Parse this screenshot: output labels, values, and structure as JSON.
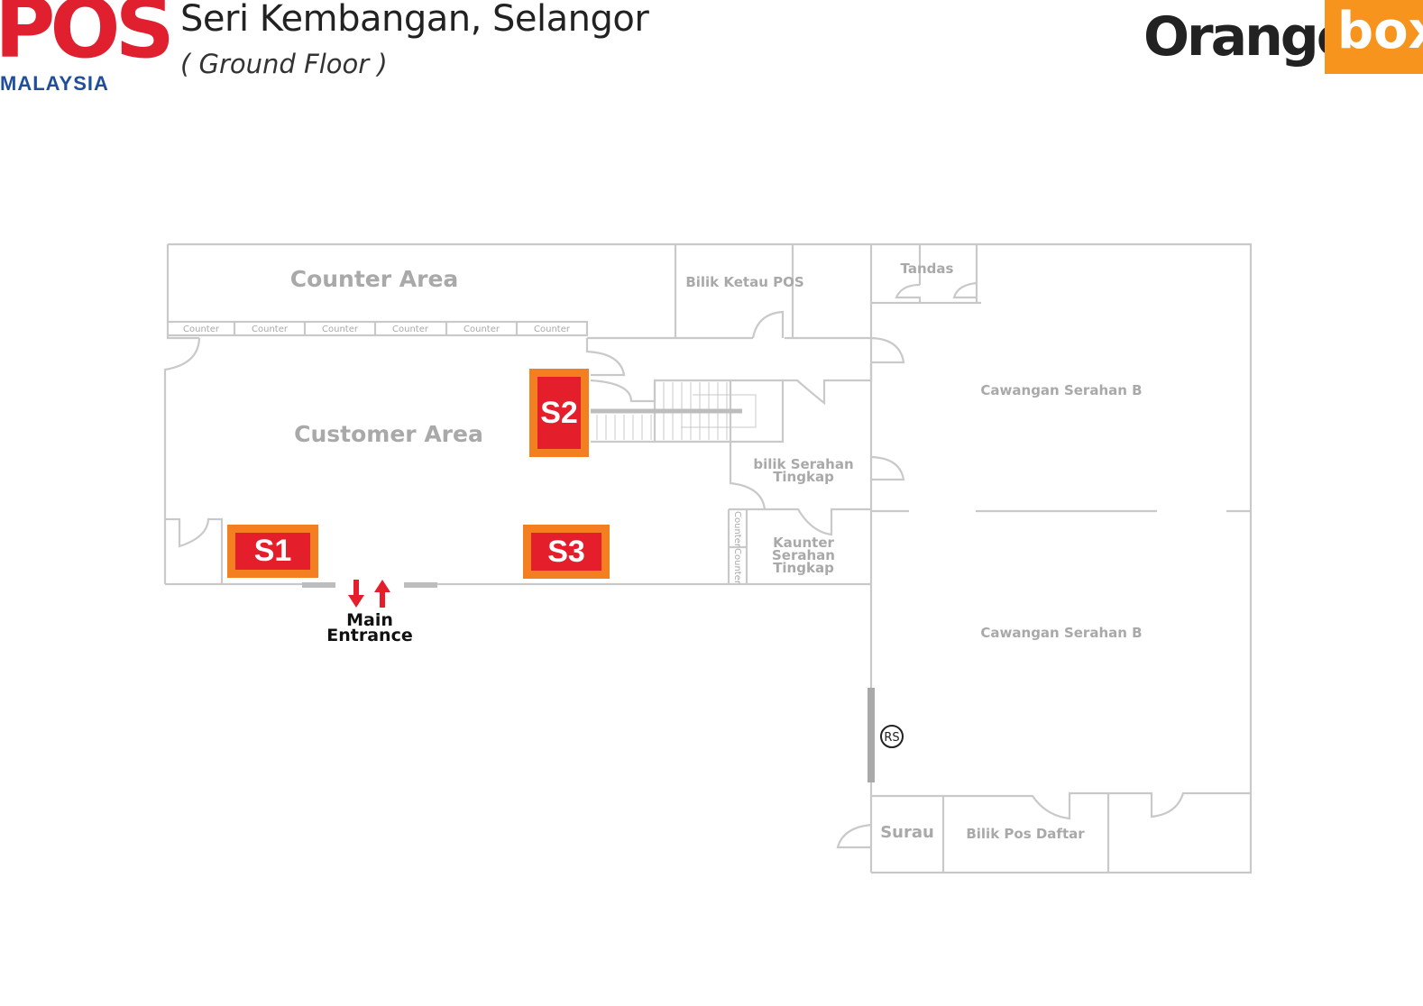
{
  "header": {
    "title": "Seri Kembangan, Selangor",
    "subtitle": "( Ground Floor )",
    "pos_logo": {
      "text": "POS",
      "sub": "MALAYSIA",
      "color": "#e0202f",
      "sub_color": "#1f4e9c"
    },
    "partner_logo": {
      "word": "Orange",
      "box": "box",
      "color": "#f7941d"
    }
  },
  "plan": {
    "rooms": {
      "counter_area": "Counter Area",
      "customer_area": "Customer Area",
      "bilik_ketua": "Bilik Ketau POS",
      "tandas": "Tandas",
      "cawangan_1": "Cawangan Serahan B",
      "cawangan_2": "Cawangan Serahan B",
      "bilik_serahan_1": "bilik Serahan",
      "bilik_serahan_2": "Tingkap",
      "kaunter_1": "Kaunter",
      "kaunter_2": "Serahan",
      "kaunter_3": "Tingkap",
      "surau": "Surau",
      "bilik_pos_daftar": "Bilik Pos Daftar"
    },
    "counters": [
      "Counter",
      "Counter",
      "Counter",
      "Counter",
      "Counter",
      "Counter"
    ],
    "side_counters": [
      "Counter",
      "Counter"
    ],
    "rs_label": "RS",
    "entrance": {
      "line1": "Main",
      "line2": "Entrance"
    },
    "markers": {
      "s1": "S1",
      "s2": "S2",
      "s3": "S3"
    },
    "colors": {
      "marker_outer": "#f47f20",
      "marker_inner": "#e41e2a",
      "wall": "#c9c9c9",
      "arrow": "#e41e2a"
    }
  }
}
